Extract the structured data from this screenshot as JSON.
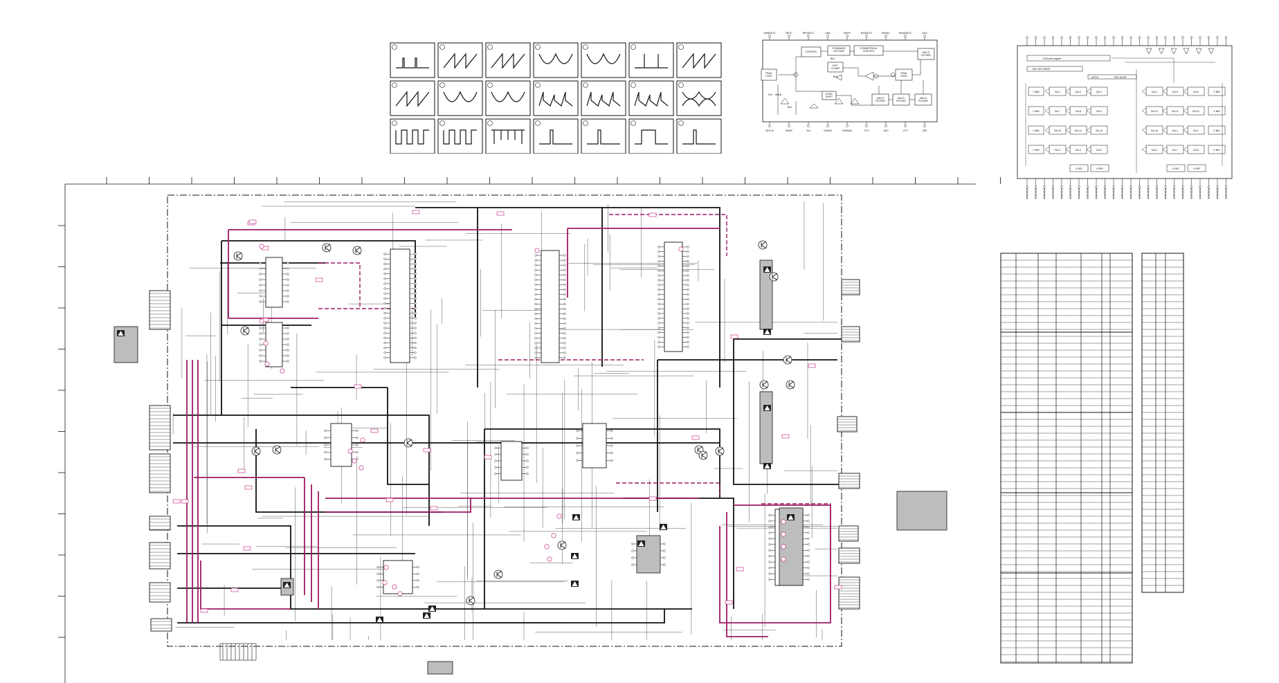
{
  "sheet": {
    "background": "#ffffff",
    "wire_color": "#111111",
    "accent_wire_color": "#9c1a63",
    "shade_color": "#bdbdbd"
  },
  "block_diagram_1": {
    "pin_labels_top": [
      "SAWDETC",
      "RETC",
      "REFDETC",
      "GND",
      "REFR",
      "BTNDETC",
      "PARAC",
      "PEAKDETC",
      "VEO"
    ],
    "pin_labels_bottom": [
      "BLK IN",
      "SAWC",
      "Vcc",
      "VS/IMO",
      "VPARAO",
      "VTO",
      "VAO",
      "VTO",
      "VEE"
    ],
    "blocks": [
      "CONTROL",
      "STANDARD VOLTAGE",
      "SYMMETRICAL CONTROL",
      "PEAK CONT",
      "MULTI PLEXER",
      "BOT CLAMP",
      "PEAK CONT",
      "LEVEL SHIFT",
      "MULTI PLEXER",
      "MULTI PLEXER",
      "MULTI PLEXER"
    ],
    "notes": [
      "BLK",
      "BLK",
      "BLK",
      "SLK",
      "SLKB"
    ]
  },
  "block_diagram_2": {
    "registers": [
      "17bit shift register",
      "DEL DECODER",
      "LATCH",
      "DEL MUTE"
    ],
    "dac_labels": [
      "DA-1",
      "DA-2",
      "DA-3",
      "DA-4",
      "DA-5",
      "DA-6",
      "DA-7",
      "DA-8",
      "DA-9",
      "DA-10",
      "DA-11",
      "DA-12",
      "DA-13",
      "DA-14",
      "DA-15",
      "DA-16"
    ],
    "buffer_labels": [
      "X BIN",
      "X BIN",
      "X BIN",
      "X BIN",
      "X BIN",
      "X BIN",
      "X BIN",
      "X BIN"
    ],
    "vref_labels": [
      "V REF",
      "V REF",
      "V REF",
      "V REF"
    ]
  },
  "icons": {
    "warning": "warning-triangle-icon",
    "transistor": "transistor-icon",
    "connector": "connector-icon"
  }
}
